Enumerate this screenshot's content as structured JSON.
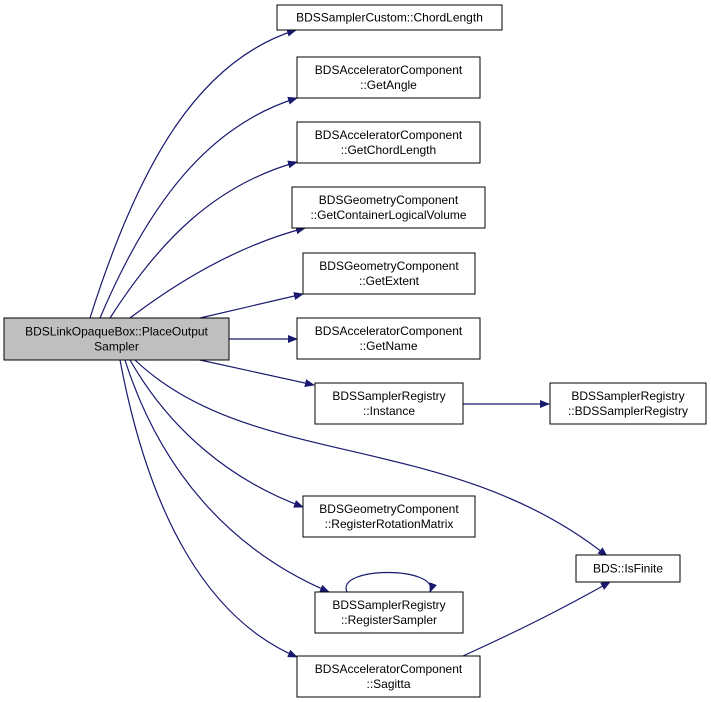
{
  "colors": {
    "edge": "#191970",
    "root_fill": "#bfbfbf",
    "node_fill": "#ffffff",
    "node_stroke": "#000000"
  },
  "nodes": {
    "root": [
      "BDSLinkOpaqueBox::PlaceOutput",
      "Sampler"
    ],
    "chord_length": [
      "BDSSamplerCustom::ChordLength"
    ],
    "get_angle": [
      "BDSAcceleratorComponent",
      "::GetAngle"
    ],
    "get_chord_length": [
      "BDSAcceleratorComponent",
      "::GetChordLength"
    ],
    "get_container_logical_volume": [
      "BDSGeometryComponent",
      "::GetContainerLogicalVolume"
    ],
    "get_extent": [
      "BDSGeometryComponent",
      "::GetExtent"
    ],
    "get_name": [
      "BDSAcceleratorComponent",
      "::GetName"
    ],
    "instance": [
      "BDSSamplerRegistry",
      "::Instance"
    ],
    "sampler_registry_ctor": [
      "BDSSamplerRegistry",
      "::BDSSamplerRegistry"
    ],
    "register_rotation_matrix": [
      "BDSGeometryComponent",
      "::RegisterRotationMatrix"
    ],
    "is_finite": [
      "BDS::IsFinite"
    ],
    "register_sampler": [
      "BDSSamplerRegistry",
      "::RegisterSampler"
    ],
    "sagitta": [
      "BDSAcceleratorComponent",
      "::Sagitta"
    ]
  }
}
